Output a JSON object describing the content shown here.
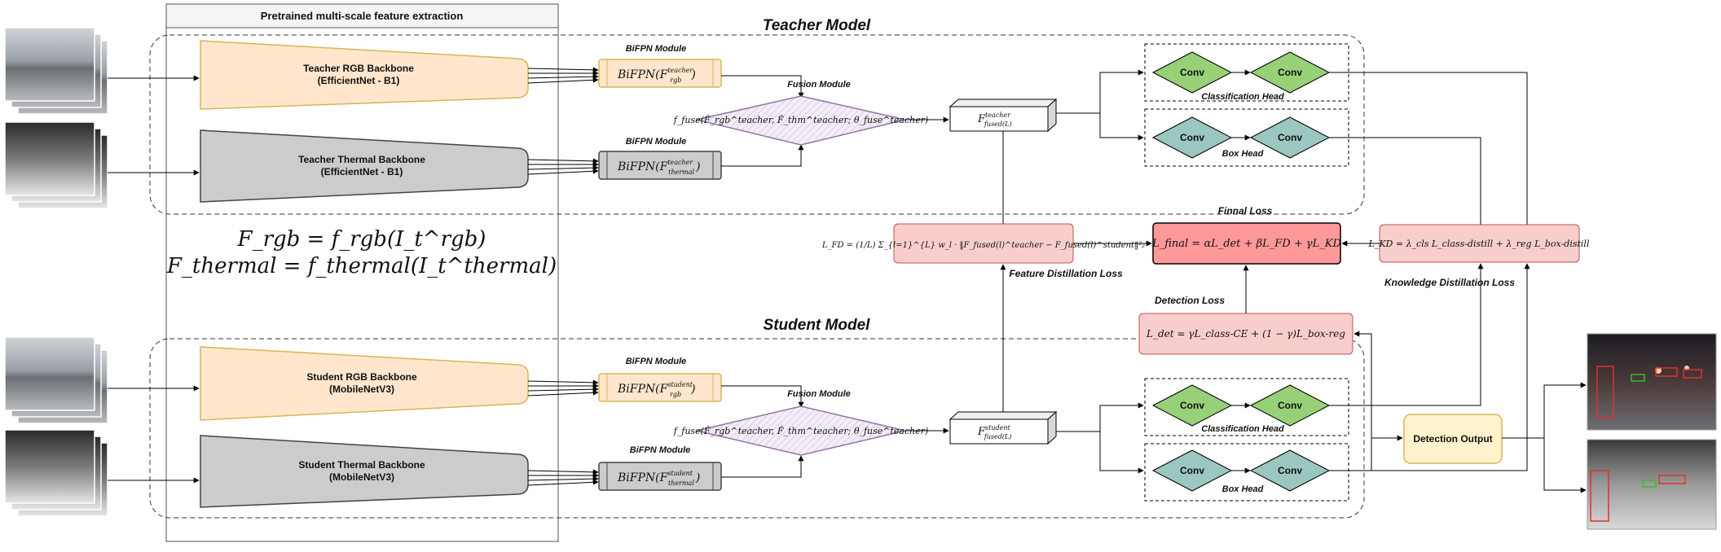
{
  "pretrained_box": {
    "title": "Pretrained multi-scale feature extraction"
  },
  "teacher": {
    "title": "Teacher Model",
    "rgb_backbone": {
      "line1": "Teacher RGB Backbone",
      "line2": "(EfficientNet - B1)"
    },
    "thermal_backbone": {
      "line1": "Teacher Thermal Backbone",
      "line2": "(EfficientNet - B1)"
    },
    "bifpn_rgb": {
      "title": "BiFPN Module",
      "formula": "BiFPN(F",
      "sup": "teacher",
      "sub": "rgb"
    },
    "bifpn_thermal": {
      "title": "BiFPN Module",
      "formula": "BiFPN(F",
      "sup": "teacher",
      "sub": "thermal"
    },
    "fusion": {
      "title": "Fusion Module",
      "formula": "f_fuse(F̂_rgb^teacher, F̂_thm^teacher; θ_fuse^teacher)"
    },
    "fused_box": {
      "base": "F",
      "sup": "teacher",
      "sub": "fused(L)"
    },
    "cls_head": {
      "label": "Classification Head",
      "conv1": "Conv",
      "conv2": "Conv"
    },
    "box_head": {
      "label": "Box Head",
      "conv1": "Conv",
      "conv2": "Conv"
    }
  },
  "student": {
    "title": "Student Model",
    "rgb_backbone": {
      "line1": "Student RGB Backbone",
      "line2": "(MobileNetV3)"
    },
    "thermal_backbone": {
      "line1": "Student Thermal Backbone",
      "line2": "(MobileNetV3)"
    },
    "bifpn_rgb": {
      "title": "BiFPN Module",
      "formula": "BiFPN(F",
      "sup": "student",
      "sub": "rgb"
    },
    "bifpn_thermal": {
      "title": "BiFPN Module",
      "formula": "BiFPN(F",
      "sup": "student",
      "sub": "thermal"
    },
    "fusion": {
      "title": "Fusion Module",
      "formula": "f_fuse(F̂_rgb^teacher, F̂_thm^teacher; θ_fuse^teacher)"
    },
    "fused_box": {
      "base": "F",
      "sup": "student",
      "sub": "fused(L)"
    },
    "cls_head": {
      "label": "Classification Head",
      "conv1": "Conv",
      "conv2": "Conv"
    },
    "box_head": {
      "label": "Box Head",
      "conv1": "Conv",
      "conv2": "Conv"
    },
    "detection_output": "Detection Output"
  },
  "equations": {
    "rgb": "F_rgb = f_rgb(I_t^rgb)",
    "thermal": "F_thermal = f_thermal(I_t^thermal)"
  },
  "losses": {
    "final_title": "Finnal Loss",
    "final_formula": "L_final = αL_det + βL_FD + γL_KD",
    "fd_label": "Feature Distillation Loss",
    "fd_formula": "L_FD = (1/L) Σ_{l=1}^{L} w_l · ‖F_fused(l)^teacher − F_fused(l)^student‖²₂",
    "kd_label": "Knowledge Distillation Loss",
    "kd_formula": "L_KD = λ_cls L_class-distill + λ_reg L_box-distill",
    "det_label": "Detection Loss",
    "det_formula": "L_det = γL_class-CE + (1 − γ)L_box-reg"
  },
  "colors": {
    "rgb_fill": "#ffe6cc",
    "rgb_stroke": "#d6b656",
    "thermal_fill": "#cccccc",
    "thermal_stroke": "#444444",
    "conv_green": "#97d077",
    "conv_teal": "#9ac7bf",
    "loss_fill": "#f8cecc",
    "final_fill": "#ff9999",
    "detect_fill": "#fff2cc",
    "fusion_stroke": "#9673a6"
  }
}
